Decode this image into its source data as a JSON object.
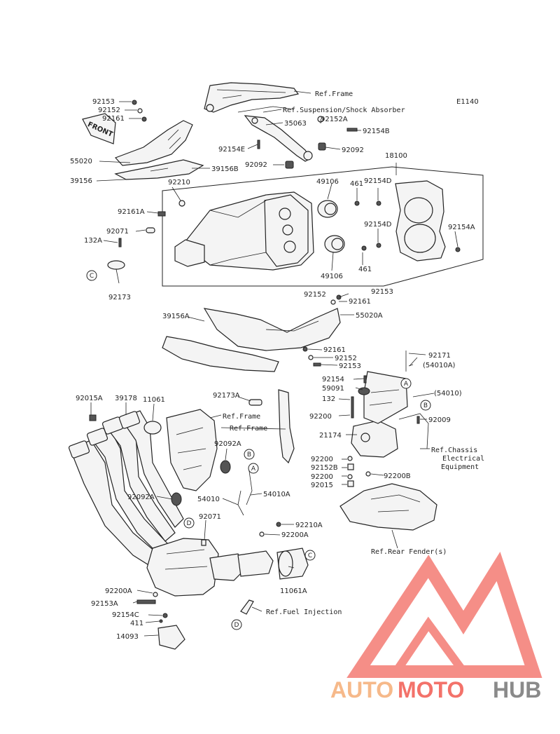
{
  "diagram_code": "E1140",
  "front_label": "FRONT",
  "watermark": {
    "auto": "AUTO",
    "moto": "MOTO",
    "hub": "HUB",
    "color_auto": "#f6b98a",
    "color_moto": "#f3726a",
    "color_hub": "#8a8a8a",
    "logo_color": "#f3726a"
  },
  "callout_letters": {
    "a": "A",
    "b": "B",
    "c": "C",
    "d": "D"
  },
  "refs": {
    "frame_top": "Ref.Frame",
    "suspension": "Ref.Suspension/Shock Absorber",
    "frame_mid": "Ref.Frame",
    "frame_mid2": "Ref.Frame",
    "chassis_line1": "Ref.Chassis",
    "chassis_line2": "Electrical",
    "chassis_line3": "Equipment",
    "rear_fender": "Ref.Rear Fender(s)",
    "fuel_injection": "Ref.Fuel Injection"
  },
  "parts": {
    "p92153": "92153",
    "p92152": "92152",
    "p92161": "92161",
    "p55020": "55020",
    "p39156B": "39156B",
    "p39156": "39156",
    "p35063": "35063",
    "p92152A": "92152A",
    "p92154B": "92154B",
    "p92154E": "92154E",
    "p92092": "92092",
    "p92092b": "92092",
    "p18100": "18100",
    "p49106": "49106",
    "p461": "461",
    "p92154D": "92154D",
    "p92210": "92210",
    "p92161A": "92161A",
    "p92154D2": "92154D",
    "p92154A": "92154A",
    "p92071": "92071",
    "p132A": "132A",
    "p92173": "92173",
    "p49106b": "49106",
    "p461b": "461",
    "p92152b": "92152",
    "p92153b": "92153",
    "p92161b": "92161",
    "p39156A": "39156A",
    "p55020A": "55020A",
    "p92161c": "92161",
    "p92152c": "92152",
    "p92153c": "92153",
    "p92171": "92171",
    "p54010A_paren": "(54010A)",
    "p92154": "92154",
    "p59091": "59091",
    "p54010_paren": "(54010)",
    "p132": "132",
    "p92200": "92200",
    "p92009": "92009",
    "p21174": "21174",
    "p92200b": "92200",
    "p92152B": "92152B",
    "p92200B": "92200B",
    "p92200c": "92200",
    "p92015": "92015",
    "p92015A": "92015A",
    "p39178": "39178",
    "p11061": "11061",
    "p92173A": "92173A",
    "p92092A": "92092A",
    "p92092A2": "92092A",
    "p54010": "54010",
    "p54010A": "54010A",
    "p92071b": "92071",
    "p92210A": "92210A",
    "p92200A": "92200A",
    "p92200A2": "92200A",
    "p11061A": "11061A",
    "p92153A": "92153A",
    "p92154C": "92154C",
    "p411": "411",
    "p14093": "14093"
  }
}
